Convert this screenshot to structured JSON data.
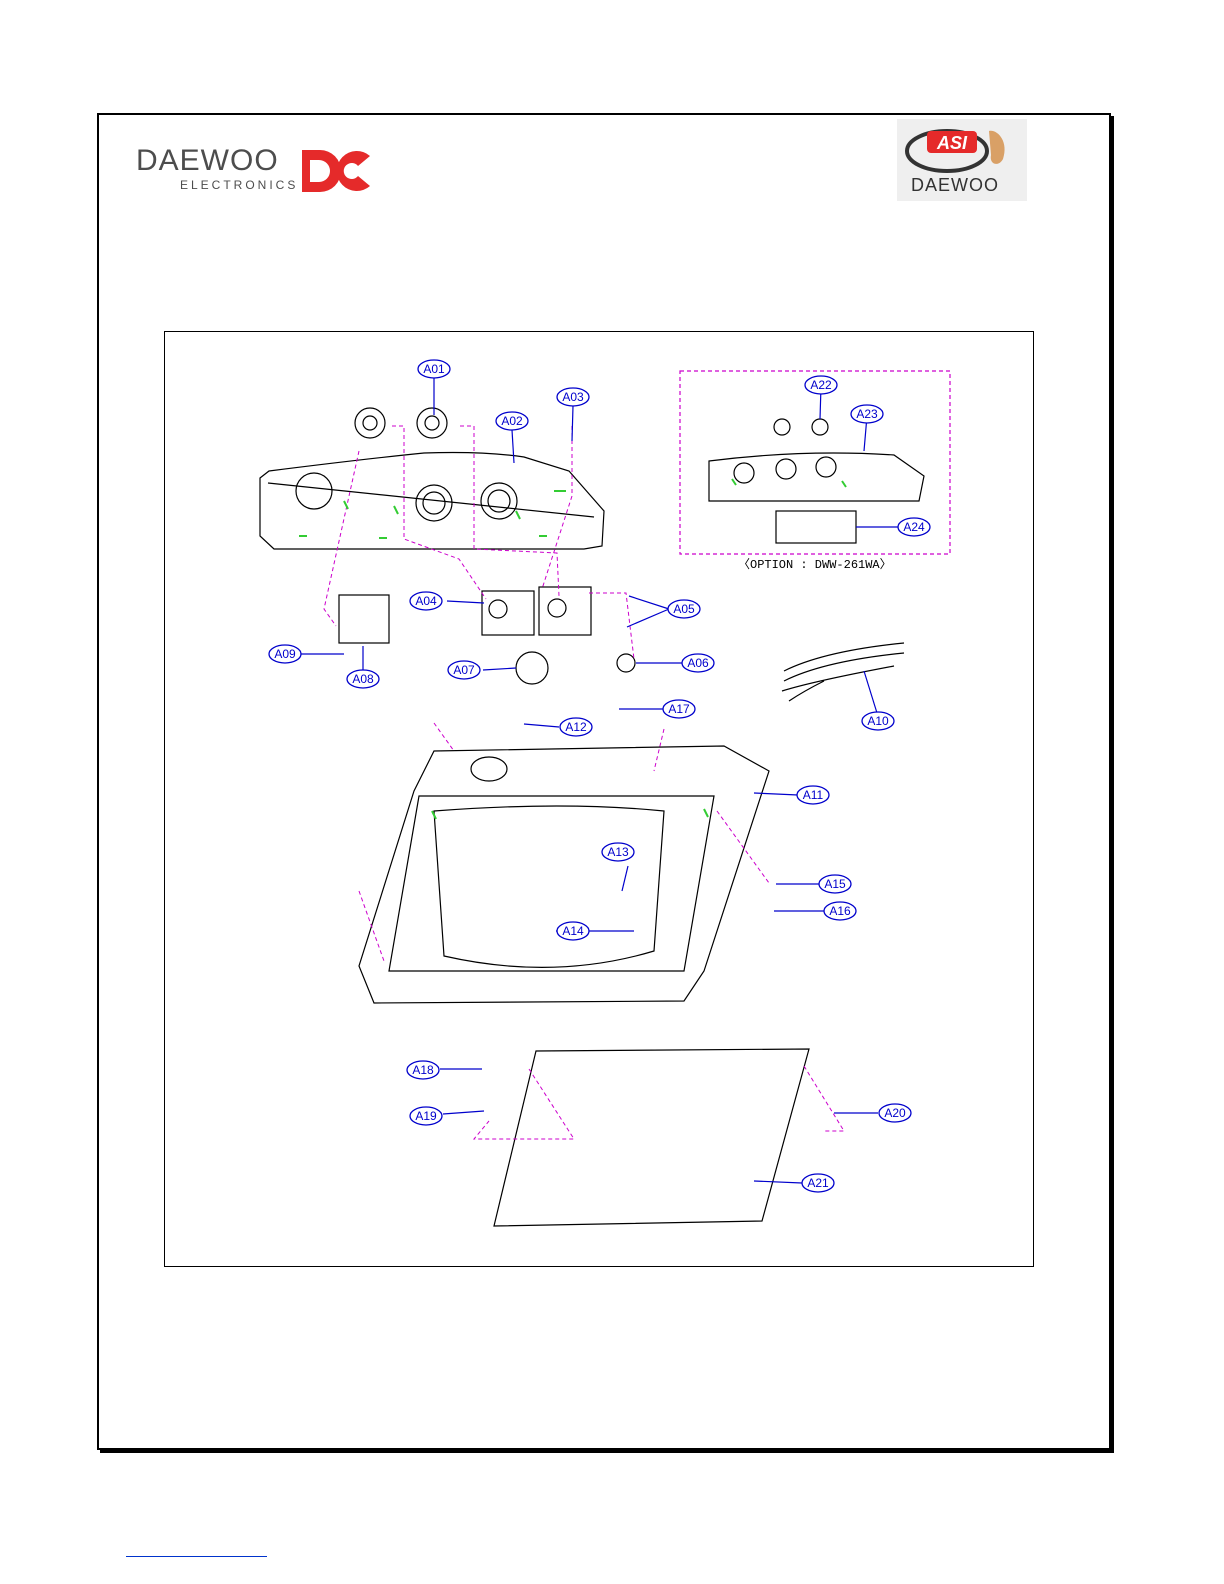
{
  "header": {
    "left_logo": {
      "brand": "DAEWOO",
      "subtitle": "ELECTRONICS",
      "icon": "daewoo-dc-logo-icon"
    },
    "right_logo": {
      "badge": "ASI",
      "brand": "DAEWOO",
      "icon": "asi-daewoo-logo-icon"
    }
  },
  "diagram": {
    "option_note": "〈OPTION : DWW-261WA〉",
    "callouts": [
      {
        "id": "A01",
        "label": "A01"
      },
      {
        "id": "A02",
        "label": "A02"
      },
      {
        "id": "A03",
        "label": "A03"
      },
      {
        "id": "A04",
        "label": "A04"
      },
      {
        "id": "A05",
        "label": "A05"
      },
      {
        "id": "A06",
        "label": "A06"
      },
      {
        "id": "A07",
        "label": "A07"
      },
      {
        "id": "A08",
        "label": "A08"
      },
      {
        "id": "A09",
        "label": "A09"
      },
      {
        "id": "A10",
        "label": "A10"
      },
      {
        "id": "A11",
        "label": "A11"
      },
      {
        "id": "A12",
        "label": "A12"
      },
      {
        "id": "A13",
        "label": "A13"
      },
      {
        "id": "A14",
        "label": "A14"
      },
      {
        "id": "A15",
        "label": "A15"
      },
      {
        "id": "A16",
        "label": "A16"
      },
      {
        "id": "A17",
        "label": "A17"
      },
      {
        "id": "A18",
        "label": "A18"
      },
      {
        "id": "A19",
        "label": "A19"
      },
      {
        "id": "A20",
        "label": "A20"
      },
      {
        "id": "A21",
        "label": "A21"
      },
      {
        "id": "A22",
        "label": "A22"
      },
      {
        "id": "A23",
        "label": "A23"
      },
      {
        "id": "A24",
        "label": "A24"
      }
    ],
    "colors": {
      "callout": "#0000cc",
      "leader_dashed": "#cc00cc",
      "highlight": "#33cc33",
      "outline": "#000000"
    }
  }
}
